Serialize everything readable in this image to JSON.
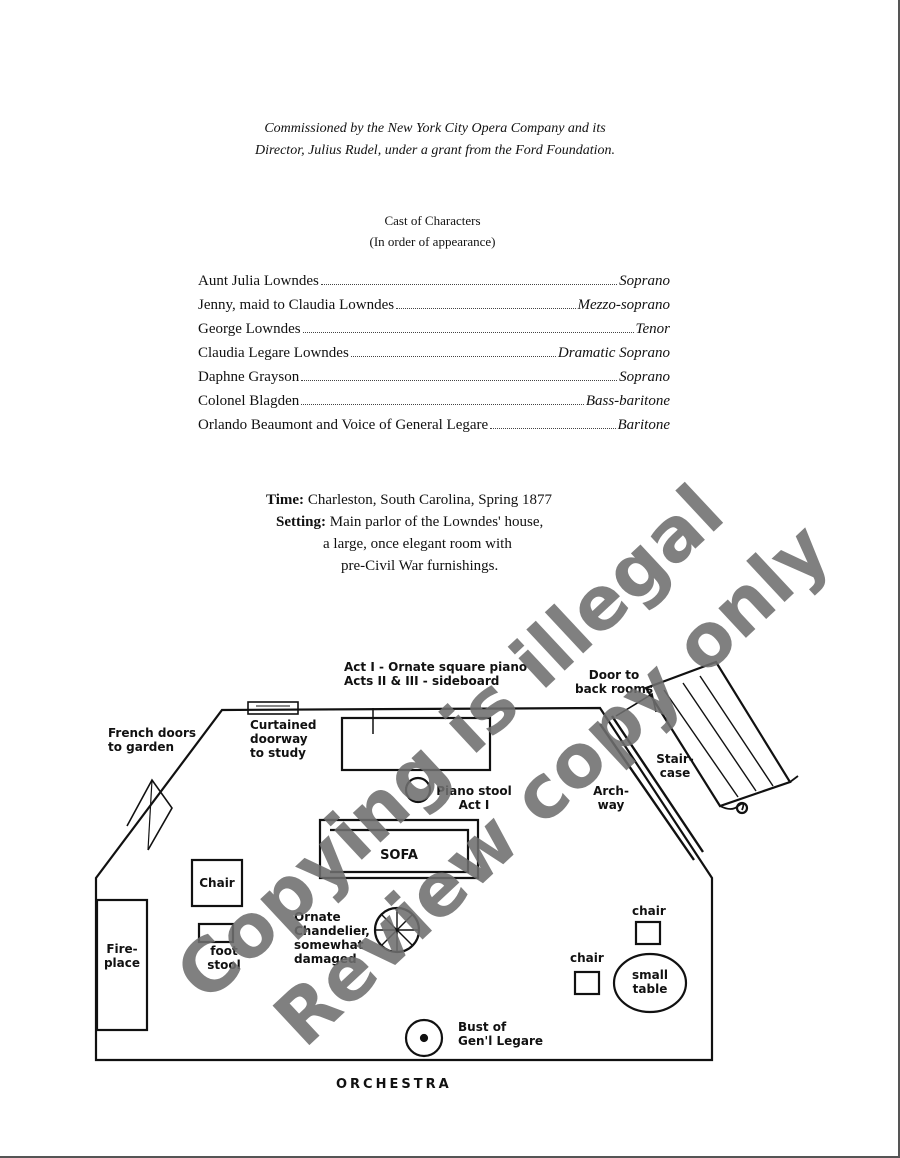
{
  "commission": {
    "line1": "Commissioned by the New York City Opera Company and its",
    "line2": "Director, Julius Rudel, under a grant from the Ford Foundation."
  },
  "cast": {
    "heading": "Cast of Characters",
    "subheading": "(In order of appearance)",
    "characters": [
      {
        "name": "Aunt Julia Lowndes",
        "voice": "Soprano"
      },
      {
        "name": "Jenny, maid to Claudia Lowndes",
        "voice": "Mezzo-soprano"
      },
      {
        "name": "George Lowndes",
        "voice": "Tenor"
      },
      {
        "name": "Claudia Legare Lowndes",
        "voice": "Dramatic Soprano"
      },
      {
        "name": "Daphne Grayson",
        "voice": "Soprano"
      },
      {
        "name": "Colonel Blagden",
        "voice": "Bass-baritone"
      },
      {
        "name": "Orlando Beaumont and Voice of General Legare",
        "voice": "Baritone"
      }
    ]
  },
  "time_setting": {
    "time_label": "Time:",
    "time_value": "Charleston, South Carolina, Spring 1877",
    "setting_label": "Setting:",
    "setting_line1": "Main parlor of the Lowndes' house,",
    "setting_line2": "a large, once elegant room with",
    "setting_line3": "pre-Civil War furnishings."
  },
  "stage": {
    "piano_line1": "Act I - Ornate square piano",
    "piano_line2": "Acts II & III - sideboard",
    "door_line1": "Door to",
    "door_line2": "back rooms",
    "french_line1": "French doors",
    "french_line2": "to garden",
    "curtain_line1": "Curtained",
    "curtain_line2": "doorway",
    "curtain_line3": "to study",
    "stair_line1": "Stair-",
    "stair_line2": "case",
    "piano_stool_line1": "Piano stool",
    "piano_stool_line2": "Act  I",
    "arch_line1": "Arch-",
    "arch_line2": "way",
    "sofa": "SOFA",
    "chair_left": "Chair",
    "chandelier_line1": "Ornate",
    "chandelier_line2": "Chandelier,",
    "chandelier_line3": "somewhat",
    "chandelier_line4": "damaged",
    "foot_line1": "foot",
    "foot_line2": "stool",
    "fire_line1": "Fire-",
    "fire_line2": "place",
    "chair_right_top": "chair",
    "chair_right_bottom": "chair",
    "table_line1": "small",
    "table_line2": "table",
    "bust_line1": "Bust of",
    "bust_line2": "Gen'l Legare",
    "orchestra": "ORCHESTRA"
  },
  "watermark": {
    "line1": "Copying is illegal",
    "line2": "Review copy only",
    "color": "#6e6e6e"
  }
}
